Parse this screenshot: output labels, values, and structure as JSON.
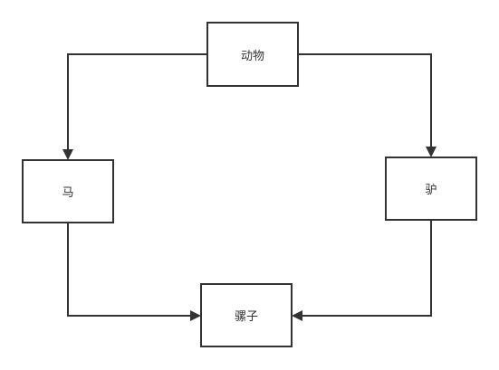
{
  "diagram": {
    "nodes": {
      "animal": {
        "label": "动物"
      },
      "horse": {
        "label": "马"
      },
      "donkey": {
        "label": "驴"
      },
      "mule": {
        "label": "骡子"
      }
    },
    "edges": [
      {
        "from": "动物",
        "to": "马"
      },
      {
        "from": "动物",
        "to": "驴"
      },
      {
        "from": "马",
        "to": "骡子"
      },
      {
        "from": "驴",
        "to": "骡子"
      }
    ],
    "colors": {
      "stroke": "#333333",
      "background": "#ffffff"
    }
  }
}
